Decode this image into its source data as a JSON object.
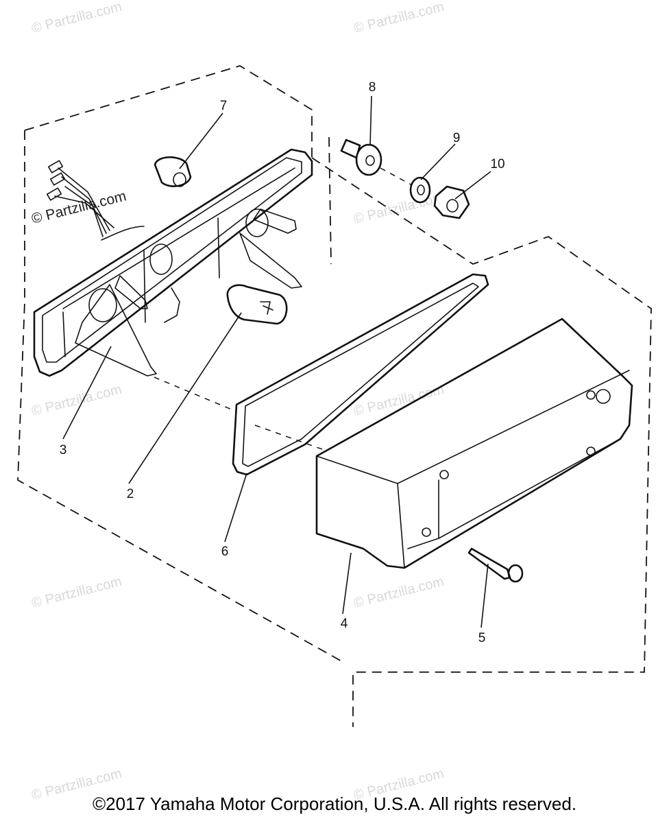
{
  "watermarks": {
    "text": "© Partzilla.com",
    "prominent": "© Partzilla.com"
  },
  "callouts": {
    "c1": "2",
    "c2": "3",
    "c3": "4",
    "c4": "5",
    "c5": "6",
    "c6": "7",
    "c7": "8",
    "c8": "9",
    "c9": "10"
  },
  "footer": {
    "copyright": "©2017 Yamaha Motor Corporation, U.S.A. All rights reserved."
  }
}
